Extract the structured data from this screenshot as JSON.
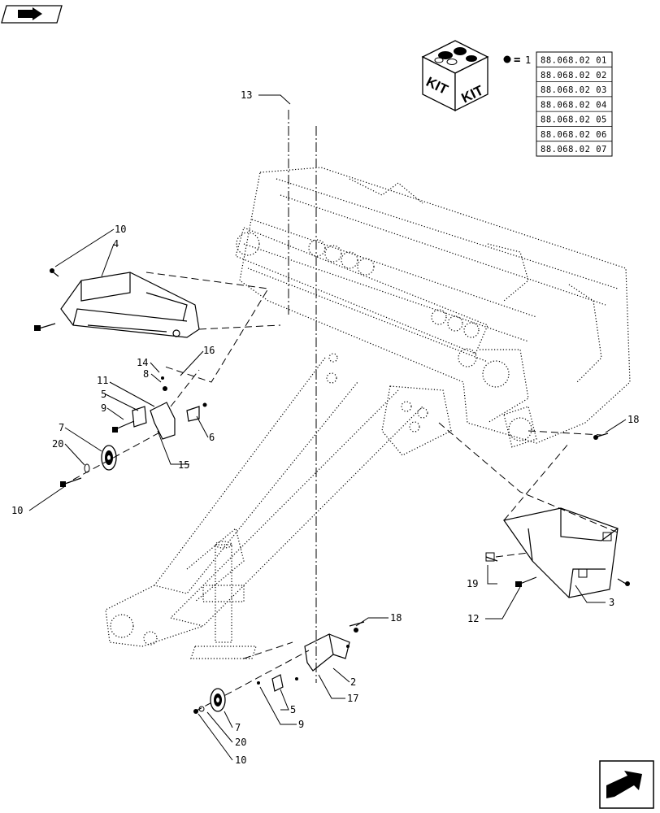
{
  "kit": {
    "word_left": "KIT",
    "word_right": "KIT",
    "equals": "=",
    "index": "1",
    "codes": [
      "88.068.02 01",
      "88.068.02 02",
      "88.068.02 03",
      "88.068.02 04",
      "88.068.02 05",
      "88.068.02 06",
      "88.068.02 07"
    ]
  },
  "callouts": {
    "c13": "13",
    "c10_top": "10",
    "c4": "4",
    "c16": "16",
    "c14": "14",
    "c8": "8",
    "c11": "11",
    "c5_top": "5",
    "c9_top": "9",
    "c6": "6",
    "c7_top": "7",
    "c20_top": "20",
    "c15": "15",
    "c10_mid": "10",
    "c18_right": "18",
    "c19": "19",
    "c12": "12",
    "c3": "3",
    "c18_bottom": "18",
    "c2": "2",
    "c17": "17",
    "c5_bottom": "5",
    "c9_bottom": "9",
    "c7_bottom": "7",
    "c20_bottom": "20",
    "c10_bottom": "10"
  },
  "icons": {
    "top_left": "book-arrow-icon",
    "bottom_right": "next-page-arrow-icon"
  }
}
